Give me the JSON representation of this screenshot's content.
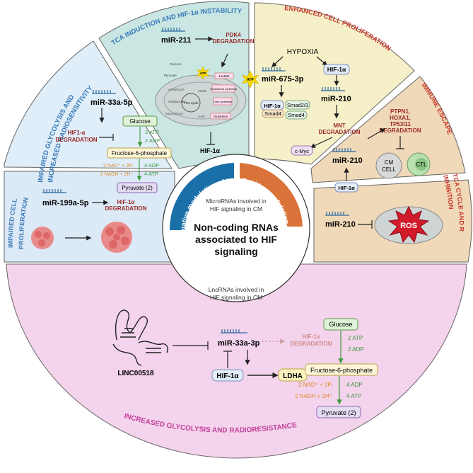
{
  "center": {
    "title": [
      "Non-coding RNAs",
      "associated to HIF",
      "signaling"
    ],
    "mirna_caption": [
      "MicroRNAs involved in",
      "HIF signaling in CM"
    ],
    "lncrna_caption": [
      "LncRNAs involved in",
      "HIF signaling in CM"
    ],
    "negative_label": "Negative modulation of HIF-1α",
    "positive_label": "Positive modulation of HIF-1α"
  },
  "sectors": {
    "proliferation": {
      "title": [
        "IMPAIRED CELL",
        "PROLIFERATION"
      ],
      "mirna": "miR-199a-5p",
      "target": [
        "HIF-1α",
        "DEGRADATION"
      ]
    },
    "glycolysis": {
      "title": [
        "IMPAIRED GLYCOLYSIS AND",
        "INCREASED RADIOSENSITIVITY"
      ],
      "mirna": "miR-33a-5p",
      "target": [
        "HIF1-α",
        "DEGRADATION"
      ],
      "glucose": "Glucose",
      "atp2": "2 ATP",
      "adp2": "2 ADP",
      "f6p": "Fructose-6-phosphate",
      "nad": "2 NAD⁺ + 2Pᵢ",
      "nadh": "2 NADH + 2H⁺",
      "adp4": "4 ADP",
      "atp4": "4 ATP",
      "pyruvate": "Pyruvate (2)"
    },
    "tca": {
      "title": "TCA INDUCTION AND HIF-1α INSTABILITY",
      "mirna": "miR-211",
      "target": [
        "PDK4",
        "DEGRADATION"
      ],
      "hif": "HIF-1α",
      "atp": "ATP",
      "labels": [
        "Glucose",
        "Pyruvate",
        "Acetyl-CoA",
        "Lactate",
        "Cholesterol synthesis",
        "Lipid synthesis",
        "Glutamine",
        "TCA cycle",
        "Oxaloacetate",
        "Citrate",
        "Succinyl-CoA",
        "α-KG"
      ]
    },
    "enhanced": {
      "title": "ENHANCED CELL PROLIFERATION",
      "hypoxia": "HYPOXIA",
      "mirna1": "miR-675-3p",
      "hif": "HIF-1α",
      "mirna2": "miR-210",
      "hif2": "HIF-1α",
      "smad23": "Smad2/3",
      "smad4a": "Smad4",
      "smad4b": "Smad4",
      "mnt": [
        "MNT",
        "DEGRADATION"
      ],
      "cmyc": "c-Myc"
    },
    "immune": {
      "title": "IMMUNE ESCAPE",
      "targets": [
        "PTPN1,",
        "HOXA1,",
        "TP53I11",
        "DEGRADATION"
      ],
      "mirna": "miR-210",
      "hif": "HIF-1α",
      "cm": [
        "CM",
        "CELL"
      ],
      "ctl": "CTL"
    },
    "ros": {
      "title": [
        "TCA CYCLE AND ROS",
        "INHIBITION"
      ],
      "mirna": "miR-210",
      "ros": "ROS"
    },
    "lnc": {
      "title": "INCREASED GLYCOLYSIS AND RADIORESISTANCE",
      "linc": "LINC00518",
      "mirna": "miR-33a-3p",
      "target": [
        "HIF-1α",
        "DEGRADATION"
      ],
      "hif": "HIF-1α",
      "ldha": "LDHA",
      "glucose": "Glucose",
      "atp2": "2 ATP",
      "adp2": "2 ADP",
      "f6p": "Fructose-6-phosphate",
      "nad": "2 NAD⁺ + 2Pᵢ",
      "nadh": "2 NADH + 2H⁺",
      "adp4": "4 ADP",
      "atp4": "4 ATP",
      "pyruvate": "Pyruvate (2)"
    }
  }
}
